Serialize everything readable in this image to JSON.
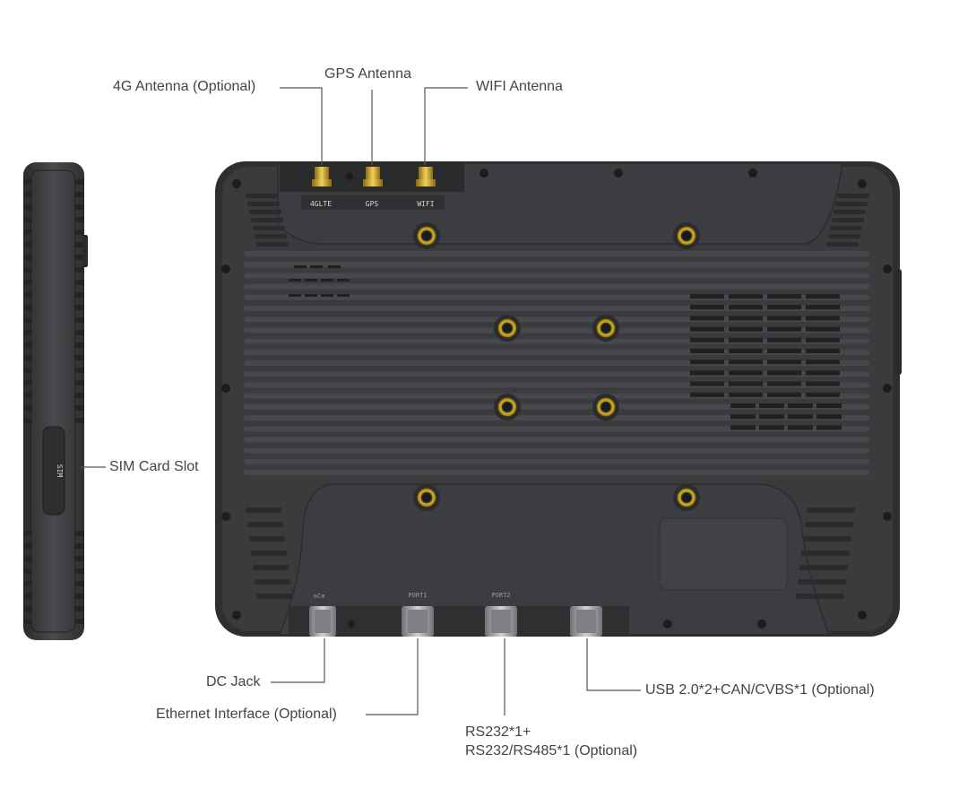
{
  "callouts": {
    "antenna_4g": "4G Antenna (Optional)",
    "antenna_gps": "GPS Antenna",
    "antenna_wifi": "WIFI Antenna",
    "sim_slot": "SIM Card Slot",
    "dc_jack": "DC Jack",
    "ethernet": "Ethernet Interface (Optional)",
    "usb": "USB 2.0*2+CAN/CVBS*1 (Optional)",
    "rs232_line1": "RS232*1+",
    "rs232_line2": "RS232/RS485*1 (Optional)"
  },
  "device_labels": {
    "ant_4g": "4GLTE",
    "ant_gps": "GPS",
    "ant_wifi": "WIFI",
    "port1": "PORT1",
    "port2": "PORT2",
    "sim_text": "SIM"
  },
  "colors": {
    "body": "#3a3b3d",
    "body_dark": "#2b2c2e",
    "rib": "#454649",
    "screw_ring": "#c9a71c",
    "connector_gold": "#d8b23a",
    "connector_metal": "#a9abae",
    "leader": "#555555",
    "text": "#444444"
  }
}
